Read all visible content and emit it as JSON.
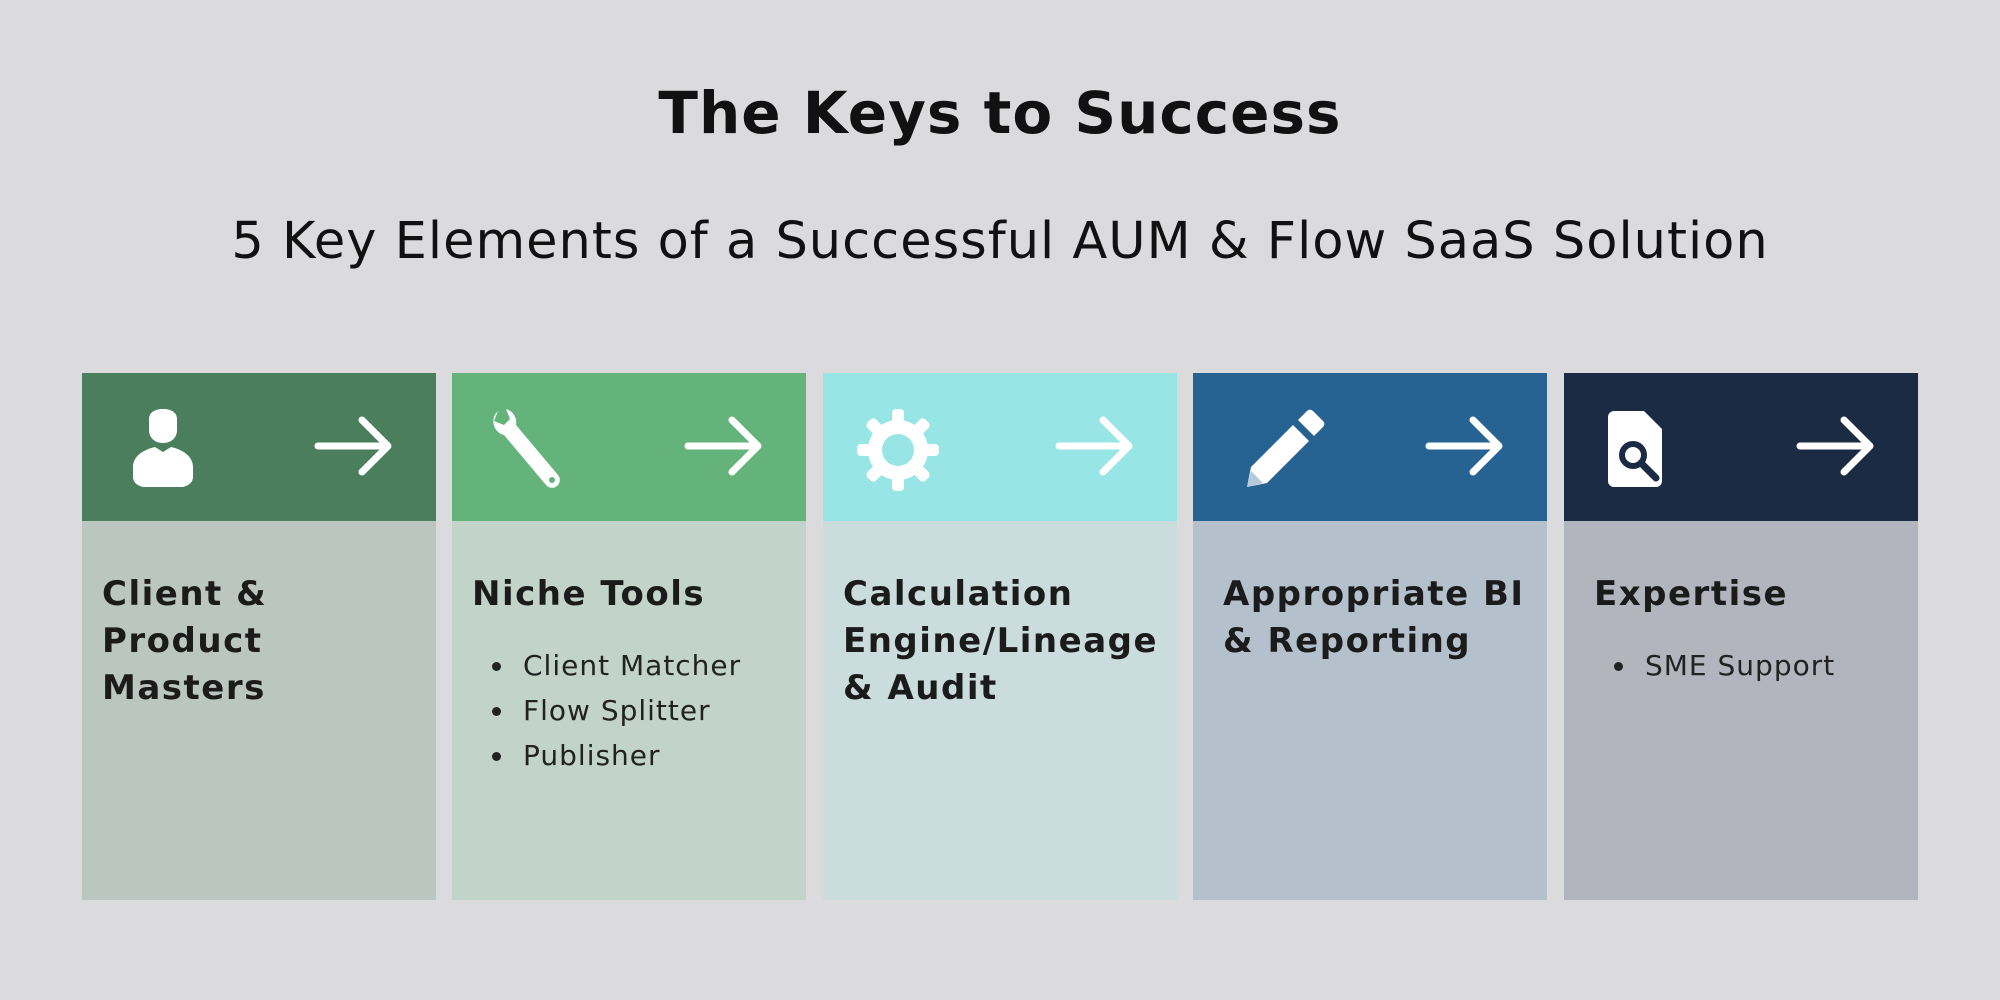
{
  "title": "The Keys to Success",
  "subtitle": "5 Key Elements of a Successful AUM & Flow SaaS Solution",
  "cards": [
    {
      "title": "Client & Product Masters",
      "icon": "user-icon",
      "header_color": "#4a7e5c",
      "body_color": "#bbc6c0",
      "bullets": []
    },
    {
      "title": "Niche Tools",
      "icon": "wrench-icon",
      "header_color": "#63b37b",
      "body_color": "#c2d4ca",
      "bullets": [
        "Client Matcher",
        "Flow Splitter",
        "Publisher"
      ]
    },
    {
      "title": "Calculation Engine/Lineage & Audit",
      "icon": "gear-icon",
      "header_color": "#98e5e5",
      "body_color": "#cbdcdd",
      "bullets": []
    },
    {
      "title": "Appropriate BI & Reporting",
      "icon": "pencil-icon",
      "header_color": "#266392",
      "body_color": "#b4c1cd",
      "bullets": []
    },
    {
      "title": "Expertise",
      "icon": "file-search-icon",
      "header_color": "#1b2b44",
      "body_color": "#b2b5be",
      "bullets": [
        "SME Support"
      ]
    }
  ]
}
